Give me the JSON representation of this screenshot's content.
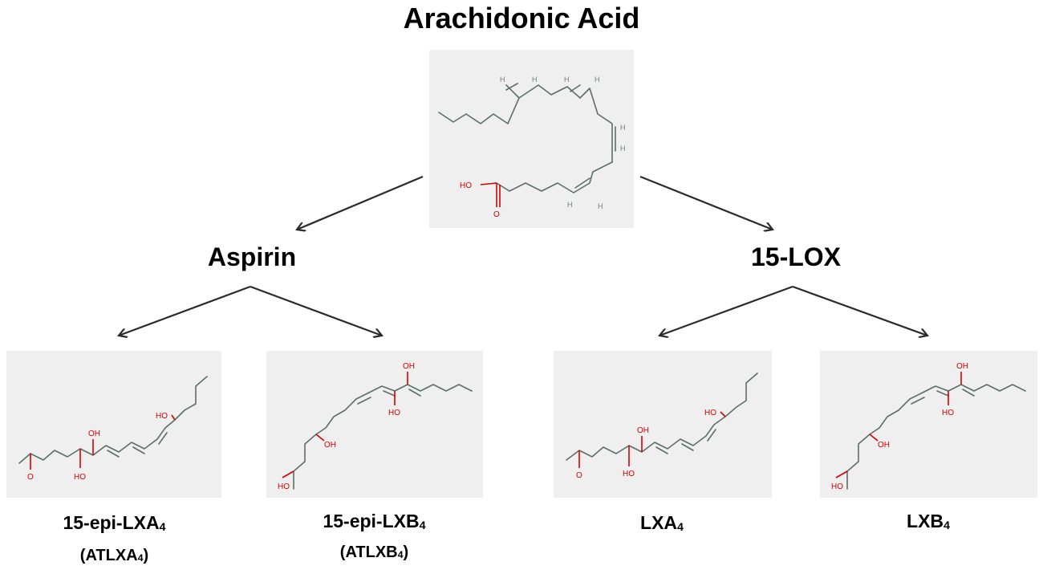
{
  "title": "Arachidonic Acid",
  "branches": {
    "left": {
      "label": "Aspirin"
    },
    "right": {
      "label": "15-LOX"
    }
  },
  "products": [
    {
      "name": "15-epi-LXA",
      "sub": "4",
      "alias": "(ATLXA",
      "alias_sub": "4",
      "alias_close": ")"
    },
    {
      "name": "15-epi-LXB",
      "sub": "4",
      "alias": "(ATLXB",
      "alias_sub": "4",
      "alias_close": ")"
    },
    {
      "name": "LXA",
      "sub": "4"
    },
    {
      "name": "LXB",
      "sub": "4"
    }
  ],
  "atoms": {
    "oxygen": "O",
    "hydroxyl": "HO",
    "hydroxyl_alt": "OH",
    "hydrogen": "H"
  },
  "colors": {
    "panel": "#efefef",
    "bond": "#5b6f68",
    "oxygen": "#d40000",
    "arrow": "#2a2a2a"
  }
}
